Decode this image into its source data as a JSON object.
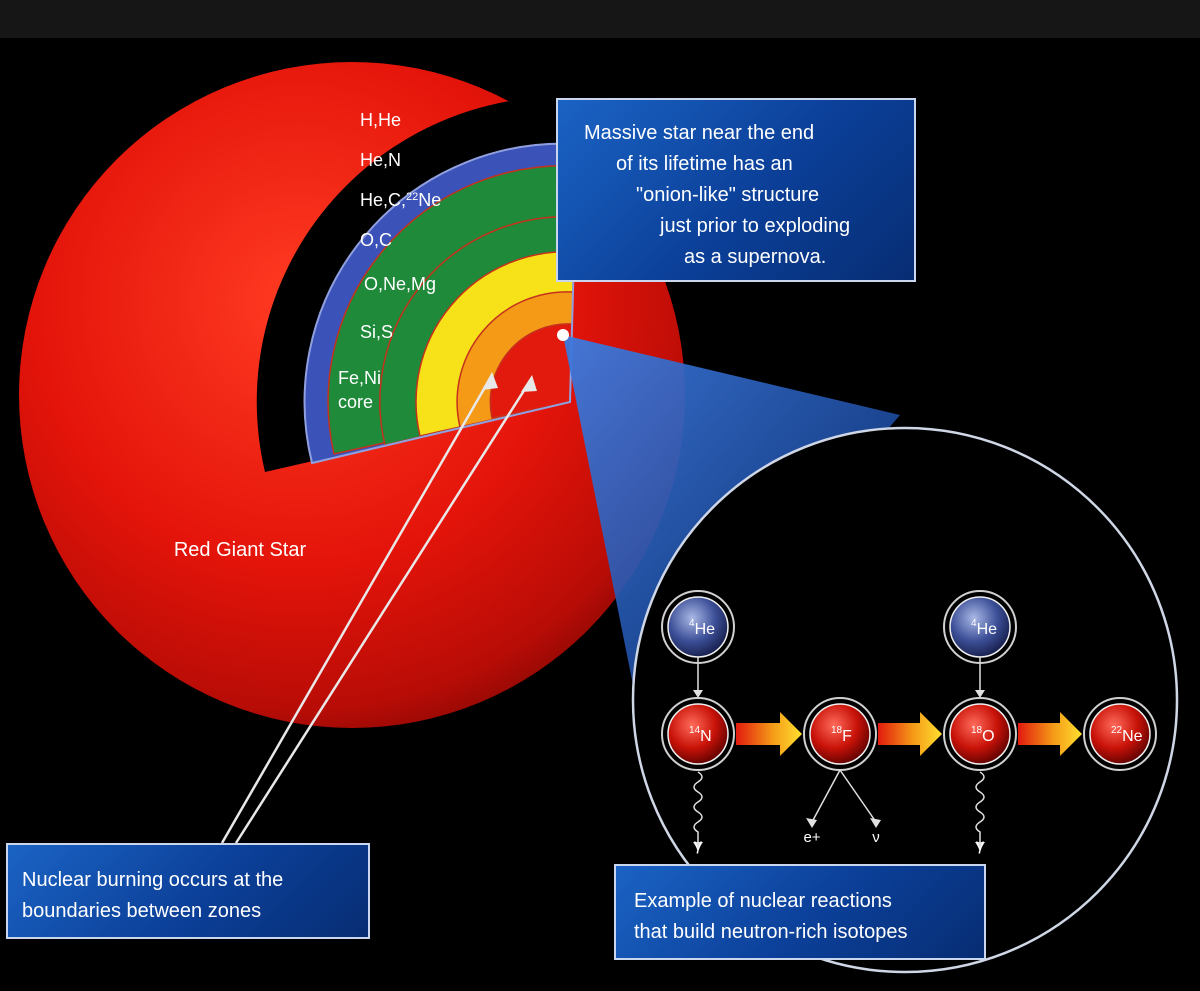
{
  "star": {
    "label": "Red Giant Star",
    "zones": [
      {
        "label": "H,He",
        "color": "#000000"
      },
      {
        "label": "He,N",
        "color": "#3b52b8"
      },
      {
        "label": "He,C,",
        "sup": "22",
        "element": "Ne",
        "color": "#1f8a3a"
      },
      {
        "label": "O,C",
        "color": "#1f8a3a"
      },
      {
        "label": "O,Ne,Mg",
        "color": "#f7e21a"
      },
      {
        "label": "Si,S",
        "color": "#f59a17"
      },
      {
        "label": "Fe,Ni",
        "label2": "core",
        "color": "#e21a0e"
      }
    ]
  },
  "captions": {
    "top": [
      "Massive star near the end",
      "of its lifetime has an",
      "\"onion-like\" structure",
      "just prior to exploding",
      "as a supernova."
    ],
    "left": [
      "Nuclear burning occurs at the",
      "boundaries between zones"
    ],
    "right": [
      "Example of nuclear reactions",
      "that build neutron-rich isotopes"
    ]
  },
  "reactions": {
    "helium": [
      {
        "mass": "4",
        "symbol": "He"
      },
      {
        "mass": "4",
        "symbol": "He"
      }
    ],
    "chain": [
      {
        "mass": "14",
        "symbol": "N"
      },
      {
        "mass": "18",
        "symbol": "F"
      },
      {
        "mass": "18",
        "symbol": "O"
      },
      {
        "mass": "22",
        "symbol": "Ne"
      }
    ],
    "products": {
      "gamma": "γ",
      "positron": "e+",
      "neutrino": "ν"
    }
  },
  "colors": {
    "accent_blue": "#0b3f98",
    "star_red": "#e3120b",
    "arrow": "#f5a623"
  }
}
